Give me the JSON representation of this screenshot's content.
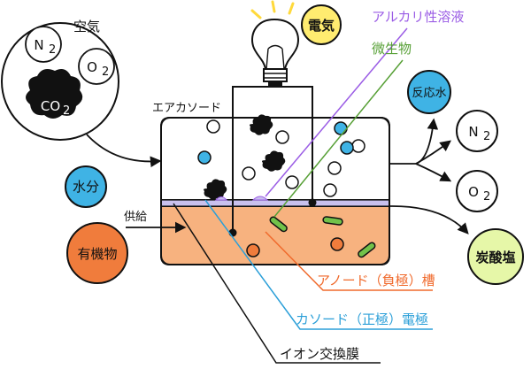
{
  "air": {
    "label": "空気",
    "n2": "N",
    "o2": "O",
    "co2": "CO",
    "sub2": "2"
  },
  "electricity": "電気",
  "alkaline_solution": "アルカリ性溶液",
  "microbes": "微生物",
  "air_cathode": "エアカソード",
  "water_in": "水分",
  "supply": "供給",
  "organic_matter": "有機物",
  "reaction_water": "反応水",
  "out_n2": "N",
  "out_o2": "O",
  "sub2": "2",
  "carbonate": "炭酸塩",
  "anode_tank": "アノード（負極）槽",
  "cathode_electrode": "カソード（正極）電極",
  "ion_membrane": "イオン交換膜",
  "colors": {
    "anode_fill": "#f7b27f",
    "cathode_fill": "#ffffff",
    "membrane": "#c9c1ee",
    "organic": "#f07c3c",
    "water": "#3fb3e5",
    "reaction_water": "#3fb3e5",
    "electricity": "#ffec70",
    "carbonate": "#e6f7a8",
    "alkaline_line": "#9b5de5",
    "microbe_line": "#57a036",
    "anode_line": "#f06a2c",
    "cathode_line": "#2b9fd8",
    "microbe": "#71c24a"
  }
}
